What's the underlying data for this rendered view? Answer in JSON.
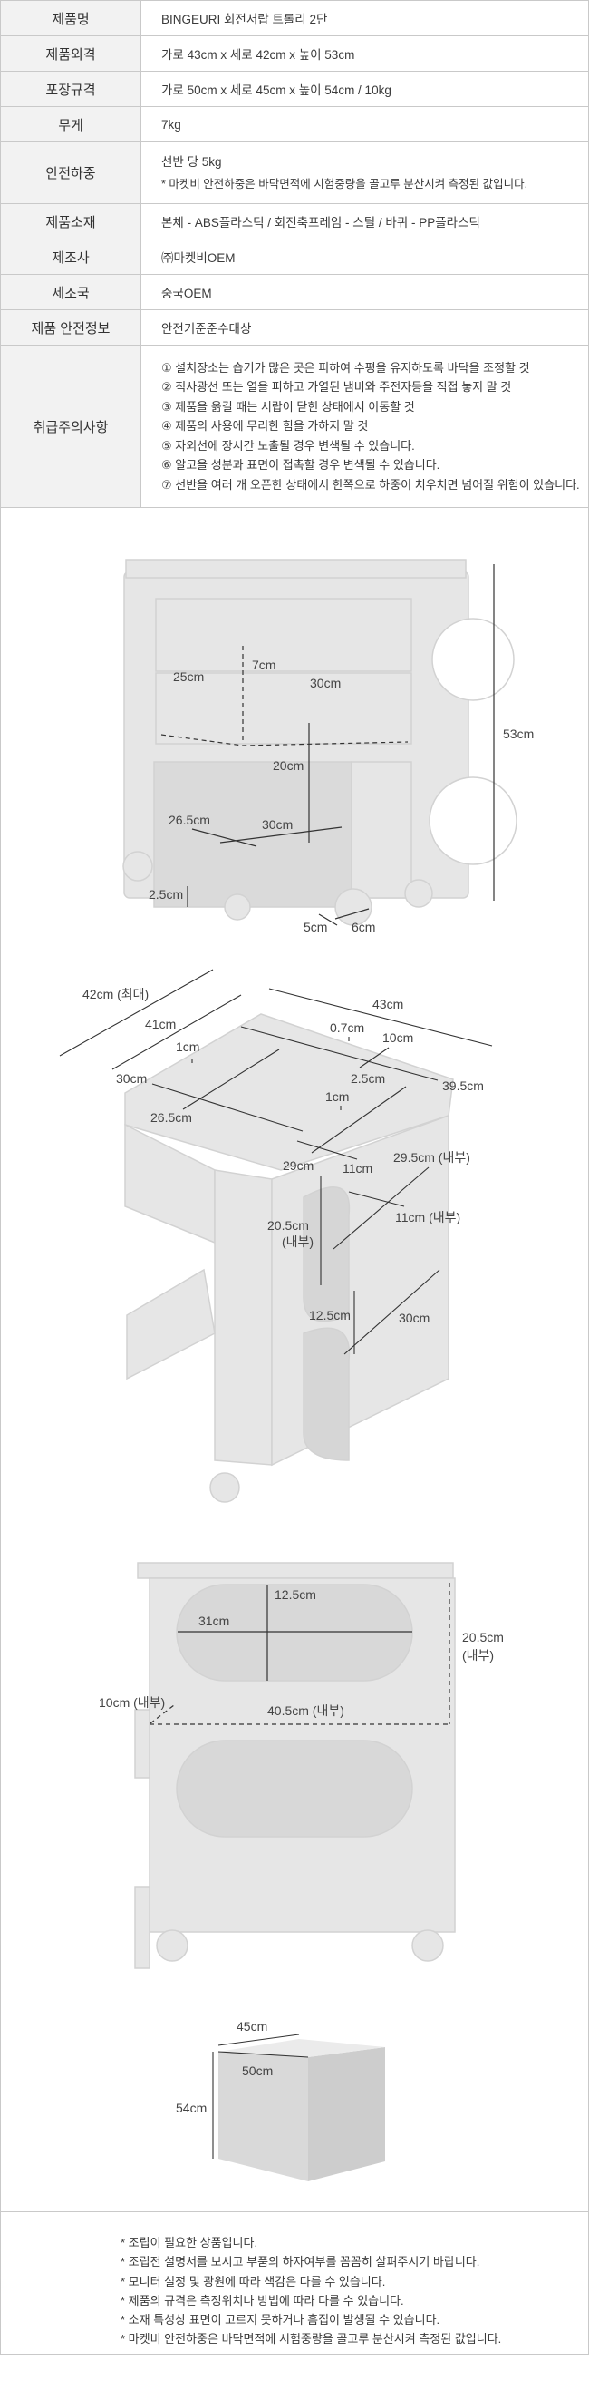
{
  "spec_table": {
    "rows": [
      {
        "label": "제품명",
        "value": "BINGEURI 회전서랍 트롤리 2단"
      },
      {
        "label": "제품외격",
        "value": "가로 43cm x 세로 42cm x 높이 53cm"
      },
      {
        "label": "포장규격",
        "value": "가로 50cm x 세로 45cm x 높이 54cm / 10kg"
      },
      {
        "label": "무게",
        "value": "7kg"
      },
      {
        "label": "안전하중",
        "value": "선반 당 5kg",
        "note": "* 마켓비 안전하중은 바닥면적에 시험중량을 골고루 분산시켜 측정된 값입니다."
      },
      {
        "label": "제품소재",
        "value": "본체 - ABS플라스틱 / 회전축프레임 - 스틸 / 바퀴 - PP플라스틱"
      },
      {
        "label": "제조사",
        "value": "㈜마켓비OEM"
      },
      {
        "label": "제조국",
        "value": "중국OEM"
      },
      {
        "label": "제품 안전정보",
        "value": "안전기준준수대상"
      },
      {
        "label": "취급주의사항",
        "items": [
          "① 설치장소는 습기가 많은 곳은 피하여 수평을 유지하도록 바닥을 조정할 것",
          "② 직사광선 또는 열을 피하고 가열된 냄비와 주전자등을 직접 놓지 말 것",
          "③ 제품을 옮길 때는 서랍이 닫힌 상태에서 이동할 것",
          "④ 제품의 사용에 무리한 힘을 가하지 말 것",
          "⑤ 자외선에 장시간 노출될 경우 변색될 수 있습니다.",
          "⑥ 알코올 성분과 표면이 접촉할 경우 변색될 수 있습니다.",
          "⑦ 선반을 여러 개 오픈한 상태에서 한쪽으로 하중이 치우치면 넘어질 위험이 있습니다."
        ]
      }
    ]
  },
  "front_view": {
    "height": "53cm",
    "drawer_height": "7cm",
    "drawer_depth": "25cm",
    "drawer_width": "30cm",
    "shelf_height": "20cm",
    "shelf_depth": "26.5cm",
    "shelf_width": "30cm",
    "wheel_clearance": "2.5cm",
    "wheel_a": "5cm",
    "wheel_b": "6cm"
  },
  "iso_view": {
    "max_depth": "42cm (최대)",
    "depth": "41cm",
    "width": "43cm",
    "rim": "0.7cm",
    "slot": "10cm",
    "edge1": "1cm",
    "top_w": "30cm",
    "hole": "2.5cm",
    "side": "39.5cm",
    "edge2": "1cm",
    "top_d": "26.5cm",
    "inner_depth": "29.5cm (내부)",
    "tray_d": "29cm",
    "tray_w": "11cm",
    "inner_w": "11cm (내부)",
    "inner_h": "20.5cm",
    "inner_h_note": "(내부)",
    "lower_h": "12.5cm",
    "lower_d": "30cm"
  },
  "side_view": {
    "opening_h": "12.5cm",
    "opening_w": "31cm",
    "inner_h": "20.5cm",
    "inner_h_note": "(내부)",
    "side_depth": "10cm (내부)",
    "inner_w": "40.5cm (내부)"
  },
  "package_view": {
    "depth": "45cm",
    "width": "50cm",
    "height": "54cm"
  },
  "notes": [
    "* 조립이 필요한 상품입니다.",
    "* 조립전 설명서를 보시고 부품의 하자여부를 꼼꼼히 살펴주시기 바랍니다.",
    "* 모니터 설정 및 광원에 따라 색감은 다를 수 있습니다.",
    "* 제품의 규격은 측정위치나 방법에 따라 다를 수 있습니다.",
    "* 소재 특성상 표면이 고르지 못하거나 흠집이 발생될 수 있습니다.",
    "* 마켓비 안전하중은 바닥면적에 시험중량을 골고루 분산시켜 측정된 값입니다."
  ]
}
